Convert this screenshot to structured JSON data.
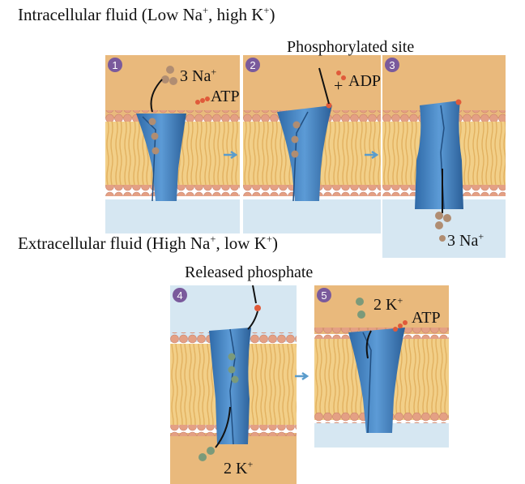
{
  "top": {
    "title_a": "Intracellular fluid (Low Na",
    "title_b": ", high K",
    "title_c": ")",
    "sup_plus": "+"
  },
  "middle": {
    "title_a": "Extracellular fluid (High Na",
    "title_b": ", low K",
    "title_c": ")"
  },
  "steps": {
    "s1": "1",
    "s2": "2",
    "s3": "3",
    "s4": "4",
    "s5": "5"
  },
  "labels": {
    "na3_a": "3 Na",
    "atp": "ATP",
    "phos_site": "Phosphorylated site",
    "adp": "ADP",
    "plus": "+",
    "na3_b": "3 Na",
    "released": "Released phosphate",
    "k2_a": "2 K",
    "atp_b": "ATP",
    "k2_b": "2 K"
  },
  "colors": {
    "intracellular": "#e9b97c",
    "extracellular": "#d6e7f2",
    "lipid_head": "#e4a084",
    "lipid_tail": "#f2cf88",
    "protein": "#3d7fc1",
    "protein_dark": "#2b5f98",
    "sodium": "#b08d72",
    "potassium": "#7b9a7a",
    "phosphate": "#e05a3a",
    "step_badge": "#7a5a9c",
    "arrow": "#5a9ccc"
  }
}
